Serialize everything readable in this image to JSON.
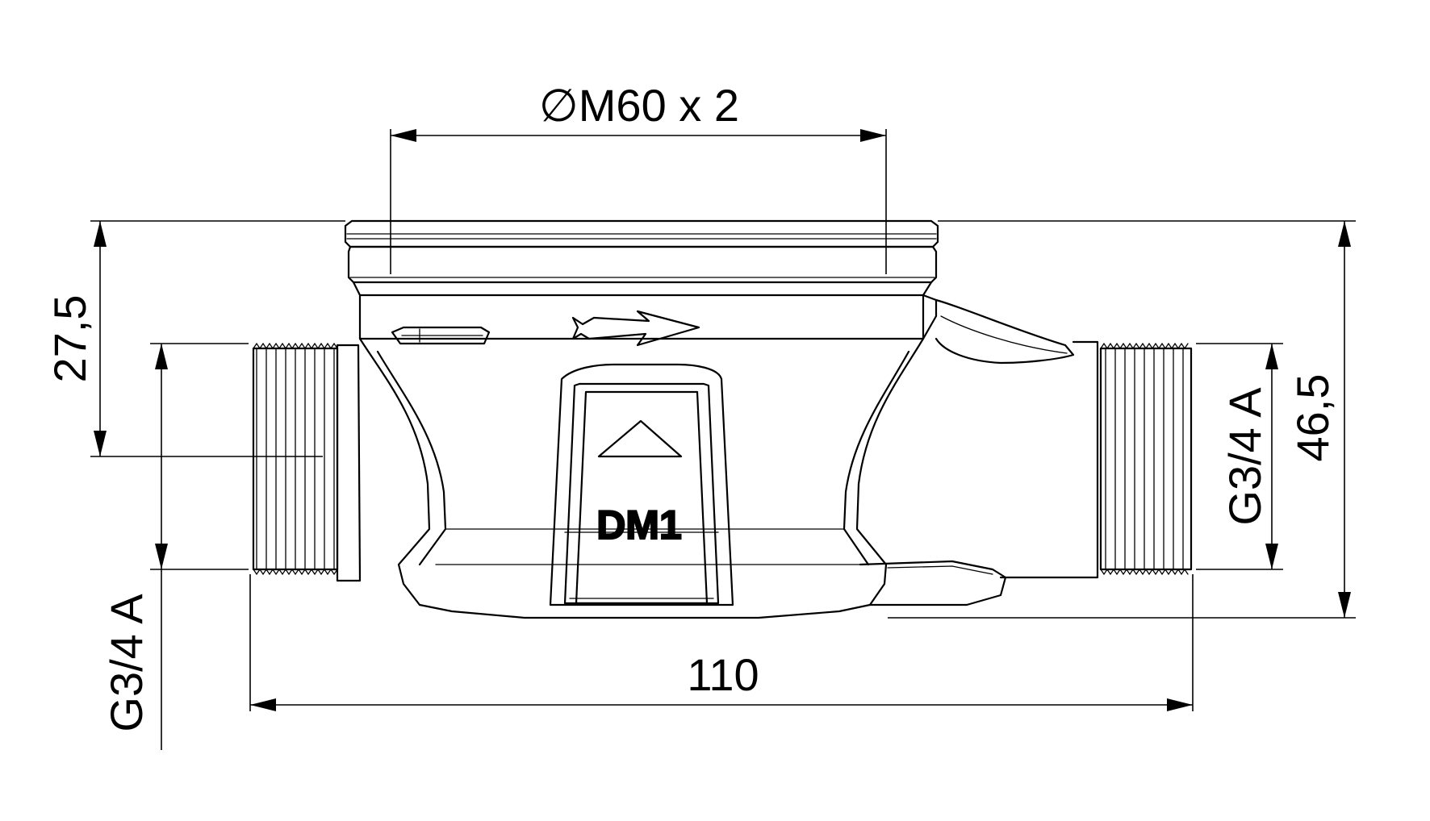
{
  "dimensions": {
    "thread_top": "∅M60 x 2",
    "height_left": "27,5",
    "thread_left": "G3/4 A",
    "thread_right": "G3/4 A",
    "height_total": "46,5",
    "length_total": "110"
  },
  "body_marking": "DM1",
  "colors": {
    "line": "#000000",
    "background": "#ffffff"
  }
}
